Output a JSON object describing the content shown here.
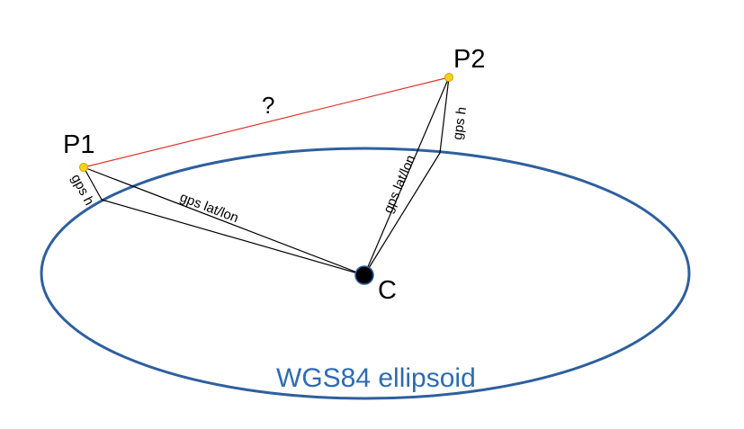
{
  "diagram": {
    "ellipsoid_label": "WGS84 ellipsoid",
    "points": {
      "p1": "P1",
      "p2": "P2",
      "center": "C"
    },
    "unknown_distance": "?",
    "segments": {
      "p1_height": "gps h",
      "p1_latlon": "gps lat/lon",
      "p2_height": "gps h",
      "p2_latlon": "gps lat/lon"
    }
  },
  "colors": {
    "ellipse_stroke": "#2e5f9e",
    "ellipsoid_text": "#2e6bb0",
    "distance_line": "#e0332b",
    "point_fill": "#f2d31a",
    "point_stroke": "#c9a400",
    "center_fill": "#000000",
    "center_stroke": "#2e5f9e"
  }
}
